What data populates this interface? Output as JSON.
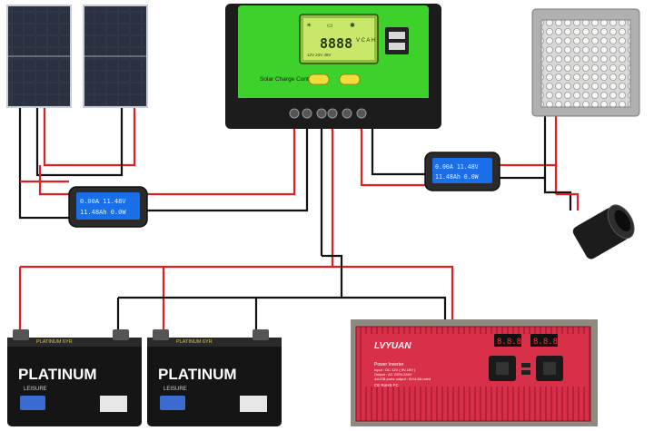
{
  "colors": {
    "positive_wire": "#e02020",
    "negative_wire": "#111111",
    "controller_green": "#3fd12b",
    "controller_black": "#1c1c1c",
    "lcd_green": "#c8e86a",
    "meter_lcd_blue": "#1a6ee8",
    "battery_black": "#151515",
    "inverter_red": "#d83048"
  },
  "controller": {
    "label": "Solar Charge Controller",
    "lcd_digits": "8888",
    "lcd_units": "V C A H",
    "lcd_bottom": "12V 24V 48V"
  },
  "meters": {
    "panel_meter": {
      "line1": "0.00A  11.48V",
      "line2": "11.48Ah   0.0W"
    },
    "load_meter": {
      "line1": "0.00A  11.48V",
      "line2": "11.48Ah   0.0W"
    }
  },
  "batteries": [
    {
      "brand": "PLATINUM",
      "top_label": "PLATINUM 6YR",
      "sub": "LEISURE"
    },
    {
      "brand": "PLATINUM",
      "top_label": "PLATINUM 6YR",
      "sub": "LEISURE"
    }
  ],
  "inverter": {
    "brand": "LVYUAN",
    "spec_title": "Power Inverter",
    "spec_lines": [
      "Input : DC 12V ( 9V-15V )",
      "Output : AC 220V-240V",
      "4xUSB ports output : 5V/4.8A rated"
    ],
    "display_left": "8.8.8",
    "display_right": "8.8.8",
    "icons": "CE RoHS FC"
  },
  "panels": [
    {
      "name": "solar-panel-left"
    },
    {
      "name": "solar-panel-right"
    }
  ],
  "light": {
    "name": "led-flood-light"
  },
  "socket": {
    "name": "cigarette-lighter-socket"
  }
}
